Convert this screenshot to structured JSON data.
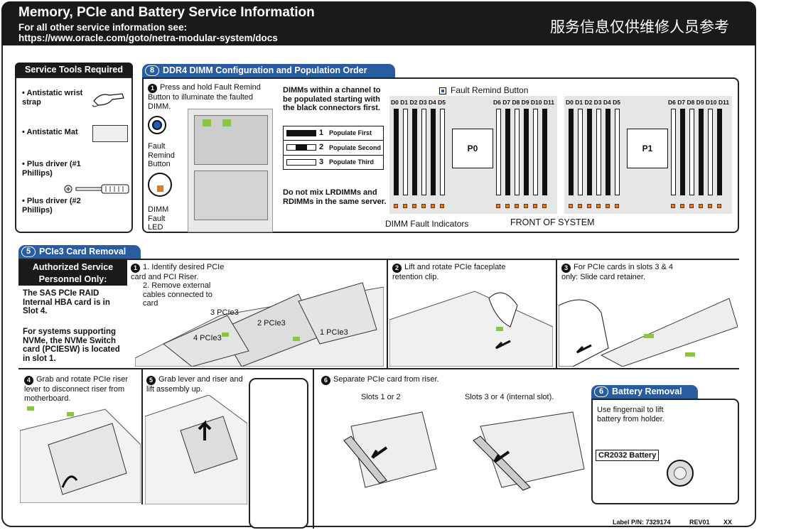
{
  "header": {
    "title": "Memory, PCIe and Battery Service Information",
    "sub1": "For all other service information see:",
    "sub2": "https://www.oracle.com/goto/netra-modular-system/docs",
    "cn": "服务信息仅供维修人员参考"
  },
  "tools": {
    "title": "Service Tools Required",
    "items": [
      "• Antistatic wrist strap",
      "• Antistatic Mat",
      "• Plus driver (#1 Phillips)",
      "• Plus driver (#2 Phillips)"
    ]
  },
  "dimm": {
    "num": "8",
    "title": "DDR4 DIMM Configuration and Population Order",
    "step1": "Press and hold Fault Remind Button to illuminate the faulted DIMM.",
    "frb_label": "Fault Remind Button",
    "led_label": "DIMM Fault LED",
    "rule": "DIMMs within a channel to be populated starting with the black connectors first.",
    "legend": [
      "Populate First",
      "Populate Second",
      "Populate Third"
    ],
    "legend_nums": [
      "1",
      "2",
      "3"
    ],
    "warn": "Do not mix LRDIMMs and RDIMMs in the same server.",
    "frb_legend": "Fault Remind Button",
    "p0_left": "D0 D1 D2 D3 D4 D5",
    "p0_right": "D6 D7 D8 D9 D10 D11",
    "p1_left": "D0 D1 D2 D3 D4 D5",
    "p1_right": "D6 D7 D8 D9 D10 D11",
    "cpu0": "P0",
    "cpu1": "P1",
    "fault_ind": "DIMM Fault Indicators",
    "front": "FRONT OF SYSTEM"
  },
  "pcie": {
    "num": "5",
    "title": "PCIe3 Card Removal",
    "auth": "Authorized Service Personnel Only:",
    "note1": "The SAS PCIe RAID Internal HBA card is in Slot 4.",
    "note2": "For systems supporting NVMe, the NVMe Switch card (PCIESW) is located in slot 1.",
    "s1a": "1. Identify desired PCIe card and PCI Riser.",
    "s1b": "2. Remove external cables connected to card",
    "cards": [
      "3 PCIe3",
      "2 PCIe3",
      "1 PCIe3",
      "4 PCIe3"
    ],
    "s2": "Lift and rotate PCIe faceplate retention clip.",
    "s3": "For PCIe cards in slots 3 & 4 only: Slide card retainer.",
    "s4": "Grab and rotate PCIe riser lever to disconnect riser from motherboard.",
    "s5": "Grab lever and riser and lift assembly up.",
    "s6": "Separate PCIe card from riser.",
    "slots12": "Slots 1 or 2",
    "slots34": "Slots 3 or 4 (internal slot).",
    "stepnums": [
      "1",
      "2",
      "3",
      "4",
      "5",
      "6"
    ]
  },
  "battery": {
    "num": "6",
    "title": "Battery Removal",
    "text": "Use fingernail to lift battery from holder.",
    "label": "CR2032 Battery"
  },
  "footer": {
    "pn": "Label P/N: 7329174",
    "rev": "REV01",
    "xx": "XX"
  }
}
